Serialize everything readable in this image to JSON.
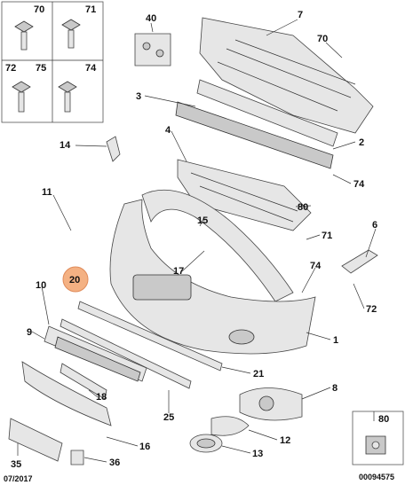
{
  "callouts": [
    {
      "id": "70",
      "text": "70"
    },
    {
      "id": "71",
      "text": "71"
    },
    {
      "id": "72",
      "text": "72"
    },
    {
      "id": "75",
      "text": "75"
    },
    {
      "id": "74",
      "text": "74"
    },
    {
      "id": "40",
      "text": "40"
    },
    {
      "id": "7",
      "text": "7"
    },
    {
      "id": "70b",
      "text": "70"
    },
    {
      "id": "3",
      "text": "3"
    },
    {
      "id": "2",
      "text": "2"
    },
    {
      "id": "74b",
      "text": "74"
    },
    {
      "id": "14",
      "text": "14"
    },
    {
      "id": "4",
      "text": "4"
    },
    {
      "id": "80",
      "text": "80"
    },
    {
      "id": "11",
      "text": "11"
    },
    {
      "id": "15",
      "text": "15"
    },
    {
      "id": "71b",
      "text": "71"
    },
    {
      "id": "6",
      "text": "6"
    },
    {
      "id": "17",
      "text": "17"
    },
    {
      "id": "74c",
      "text": "74"
    },
    {
      "id": "20",
      "text": "20"
    },
    {
      "id": "10",
      "text": "10"
    },
    {
      "id": "72b",
      "text": "72"
    },
    {
      "id": "1",
      "text": "1"
    },
    {
      "id": "9",
      "text": "9"
    },
    {
      "id": "21",
      "text": "21"
    },
    {
      "id": "18",
      "text": "18"
    },
    {
      "id": "8",
      "text": "8"
    },
    {
      "id": "25",
      "text": "25"
    },
    {
      "id": "12",
      "text": "12"
    },
    {
      "id": "16",
      "text": "16"
    },
    {
      "id": "13",
      "text": "13"
    },
    {
      "id": "35",
      "text": "35"
    },
    {
      "id": "36",
      "text": "36"
    },
    {
      "id": "80b",
      "text": "80"
    }
  ],
  "footer": {
    "date": "07/2017",
    "reference": "00094575"
  },
  "highlight": {
    "label": "20",
    "color": "#f4b183"
  }
}
